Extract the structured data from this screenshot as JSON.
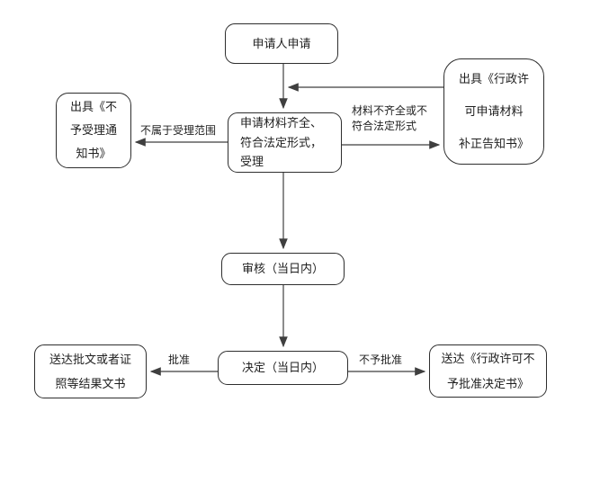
{
  "flowchart": {
    "nodes": {
      "apply": {
        "label": "申请人申请"
      },
      "accept": {
        "label": "申请材料齐全、\n符合法定形式，\n受理"
      },
      "reject_notice": {
        "label": "出具《不\n予受理通\n知书》"
      },
      "supplement_notice": {
        "label": "出具《行政许\n可申请材料\n补正告知书》"
      },
      "review": {
        "label": "审核（当日内）"
      },
      "decision": {
        "label": "决定（当日内）"
      },
      "deliver_approval": {
        "label": "送达批文或者证\n照等结果文书"
      },
      "deliver_denial": {
        "label": "送达《行政许可不\n予批准决定书》"
      }
    },
    "edge_labels": {
      "out_of_scope": "不属于受理范围",
      "incomplete": "材料不齐全或不\n符合法定形式",
      "approved": "批准",
      "not_approved": "不予批准"
    },
    "colors": {
      "line": "#3f3f3f",
      "border": "#2e2e2e",
      "text": "#1f1f1f",
      "background": "#ffffff"
    }
  }
}
